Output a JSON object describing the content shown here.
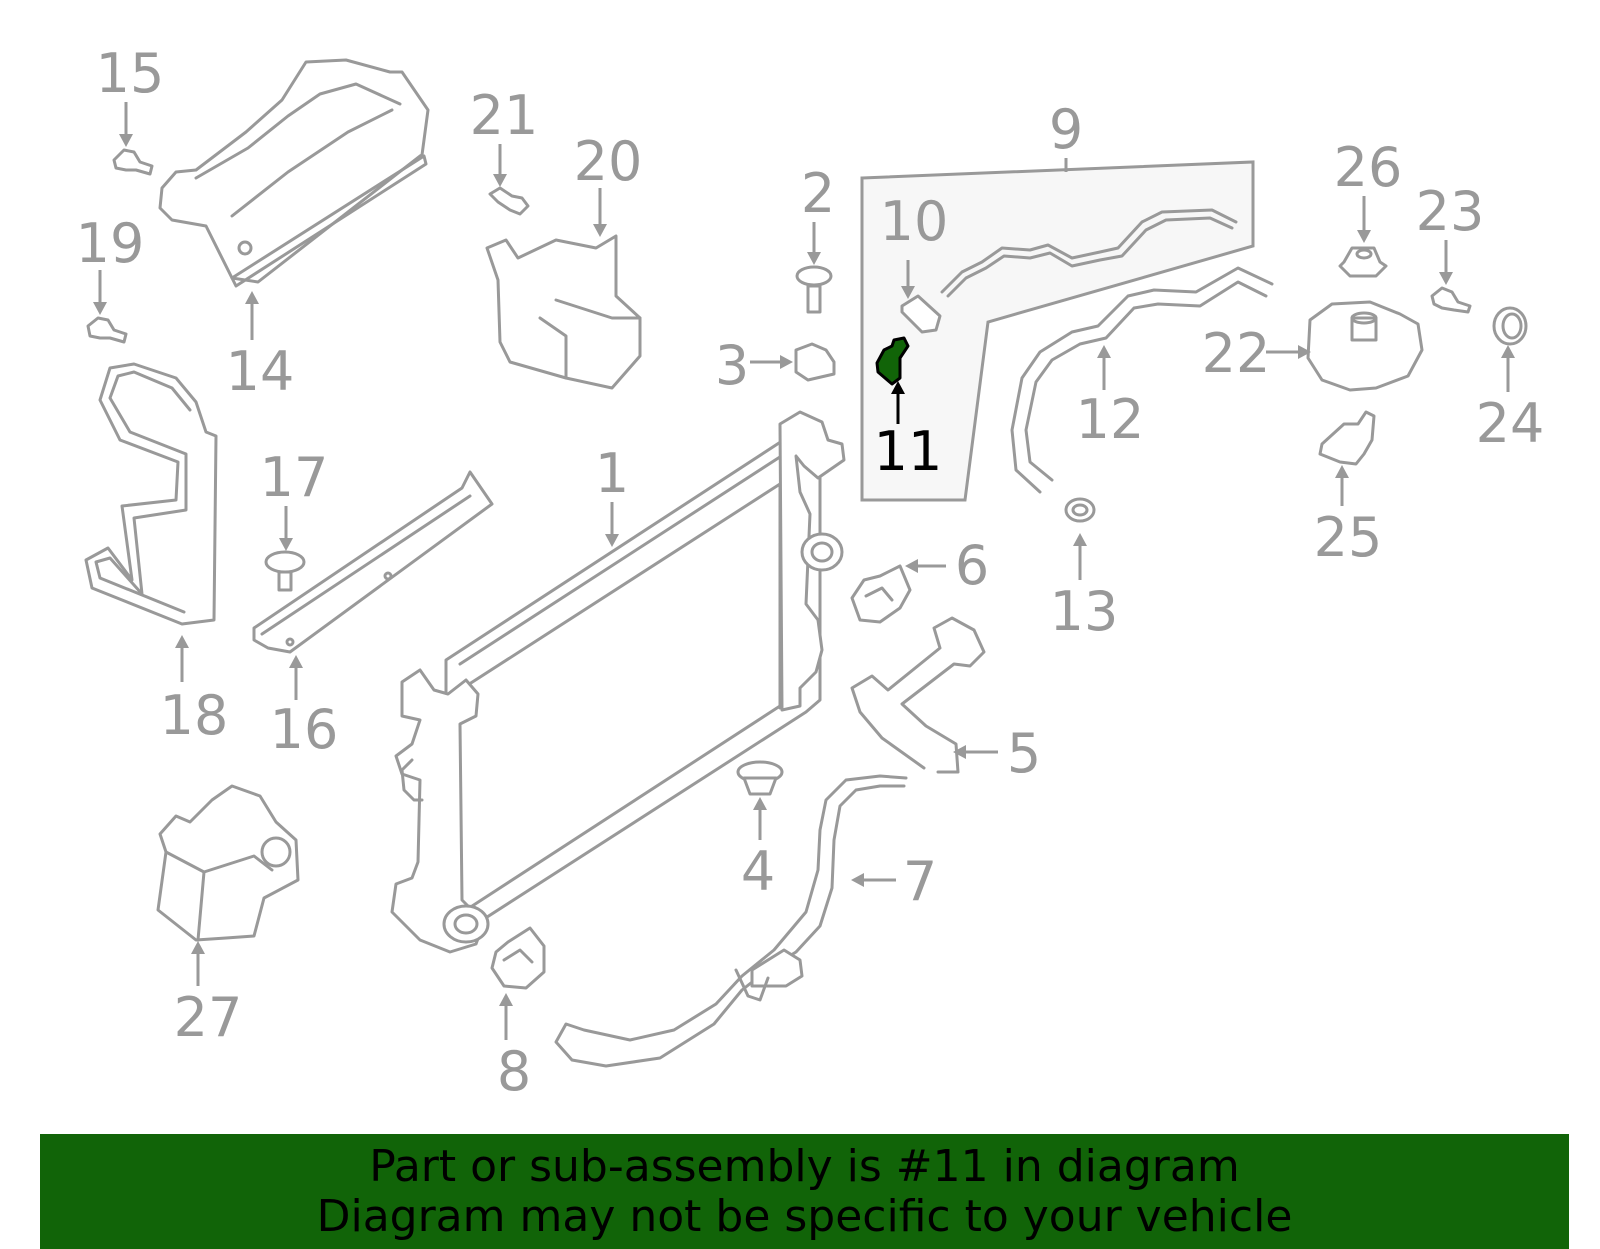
{
  "highlighted_part": "11",
  "colors": {
    "banner": "#116408",
    "highlight": "#116408",
    "parts": "#999999"
  },
  "callouts": [
    {
      "id": "1",
      "label": "1"
    },
    {
      "id": "2",
      "label": "2"
    },
    {
      "id": "3",
      "label": "3"
    },
    {
      "id": "4",
      "label": "4"
    },
    {
      "id": "5",
      "label": "5"
    },
    {
      "id": "6",
      "label": "6"
    },
    {
      "id": "7",
      "label": "7"
    },
    {
      "id": "8",
      "label": "8"
    },
    {
      "id": "9",
      "label": "9"
    },
    {
      "id": "10",
      "label": "10"
    },
    {
      "id": "11",
      "label": "11"
    },
    {
      "id": "12",
      "label": "12"
    },
    {
      "id": "13",
      "label": "13"
    },
    {
      "id": "14",
      "label": "14"
    },
    {
      "id": "15",
      "label": "15"
    },
    {
      "id": "16",
      "label": "16"
    },
    {
      "id": "17",
      "label": "17"
    },
    {
      "id": "18",
      "label": "18"
    },
    {
      "id": "19",
      "label": "19"
    },
    {
      "id": "20",
      "label": "20"
    },
    {
      "id": "21",
      "label": "21"
    },
    {
      "id": "22",
      "label": "22"
    },
    {
      "id": "23",
      "label": "23"
    },
    {
      "id": "24",
      "label": "24"
    },
    {
      "id": "25",
      "label": "25"
    },
    {
      "id": "26",
      "label": "26"
    },
    {
      "id": "27",
      "label": "27"
    }
  ],
  "banner": {
    "line1": "Part or sub-assembly is #11 in diagram",
    "line2": "Diagram may not be specific to your vehicle"
  }
}
